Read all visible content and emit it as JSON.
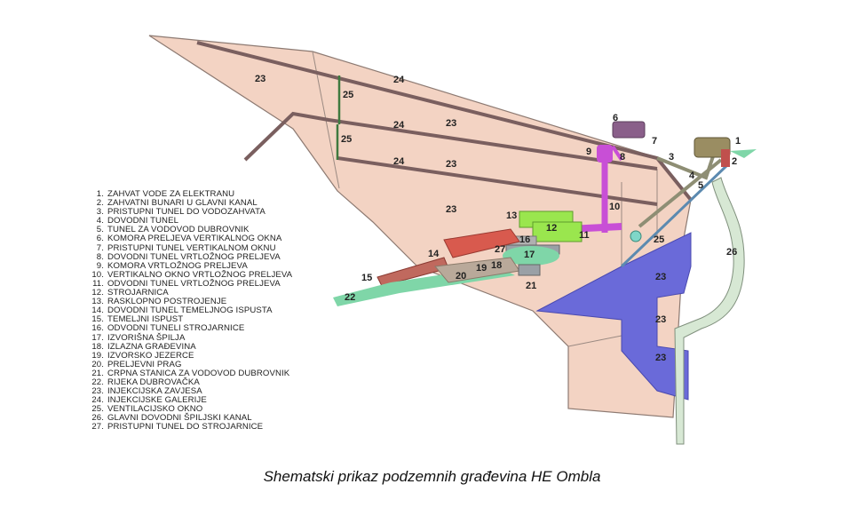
{
  "legend": [
    {
      "num": "1.",
      "text": "ZAHVAT VODE ZA ELEKTRANU"
    },
    {
      "num": "2.",
      "text": "ZAHVATNI BUNARI U GLAVNI KANAL"
    },
    {
      "num": "3.",
      "text": "PRISTUPNI TUNEL DO VODOZAHVATA"
    },
    {
      "num": "4.",
      "text": "DOVODNI TUNEL"
    },
    {
      "num": "5.",
      "text": "TUNEL ZA VODOVOD DUBROVNIK"
    },
    {
      "num": "6.",
      "text": "KOMORA PRELJEVA VERTIKALNOG OKNA"
    },
    {
      "num": "7.",
      "text": "PRISTUPNI TUNEL VERTIKALNOM OKNU"
    },
    {
      "num": "8.",
      "text": "DOVODNI TUNEL VRTLOŽNOG PRELJEVA"
    },
    {
      "num": "9.",
      "text": "KOMORA VRTLOŽNOG PRELJEVA"
    },
    {
      "num": "10.",
      "text": "VERTIKALNO OKNO VRTLOŽNOG PRELJEVA"
    },
    {
      "num": "11.",
      "text": "ODVODNI TUNEL VRTLOŽNOG PRELJEVA"
    },
    {
      "num": "12.",
      "text": "STROJARNICA"
    },
    {
      "num": "13.",
      "text": "RASKLOPNO POSTROJENJE"
    },
    {
      "num": "14.",
      "text": "DOVODNI TUNEL TEMELJNOG ISPUSTA"
    },
    {
      "num": "15.",
      "text": "TEMELJNI ISPUST"
    },
    {
      "num": "16.",
      "text": "ODVODNI TUNELI STROJARNICE"
    },
    {
      "num": "17.",
      "text": "IZVORIŠNA ŠPILJA"
    },
    {
      "num": "18.",
      "text": "IZLAZNA GRAĐEVINA"
    },
    {
      "num": "19.",
      "text": "IZVORSKO JEZERCE"
    },
    {
      "num": "20.",
      "text": "PRELJEVNI PRAG"
    },
    {
      "num": "21.",
      "text": "CRPNA STANICA ZA VODOVOD DUBROVNIK"
    },
    {
      "num": "22.",
      "text": "RIJEKA DUBROVAČKA"
    },
    {
      "num": "23.",
      "text": "INJEKCIJSKA ZAVJESA"
    },
    {
      "num": "24.",
      "text": "INJEKCIJSKE GALERIJE"
    },
    {
      "num": "25.",
      "text": "VENTILACIJSKO OKNO"
    },
    {
      "num": "26.",
      "text": "GLAVNI DOVODNI ŠPILJSKI KANAL"
    },
    {
      "num": "27.",
      "text": "PRISTUPNI TUNEL DO STROJARNICE"
    }
  ],
  "labels": [
    "23",
    "24",
    "25",
    "24",
    "23",
    "25",
    "24",
    "23",
    "23",
    "6",
    "7",
    "9",
    "8",
    "1",
    "2",
    "3",
    "4",
    "5",
    "10",
    "13",
    "12",
    "11",
    "16",
    "27",
    "14",
    "17",
    "25",
    "18",
    "19",
    "20",
    "15",
    "21",
    "22",
    "26",
    "23",
    "23",
    "23"
  ],
  "caption": "Shematski prikaz podzemnih građevina HE Ombla",
  "colors": {
    "curtain": "#f3d3c3",
    "curtain_dark": "#6a6ad9",
    "gallery": "#8a6e6e",
    "river": "#7fd6a8",
    "powerhouse": "#9ae64e",
    "shaft": "#c84fd6",
    "tunnel_red": "#d85a4e"
  }
}
